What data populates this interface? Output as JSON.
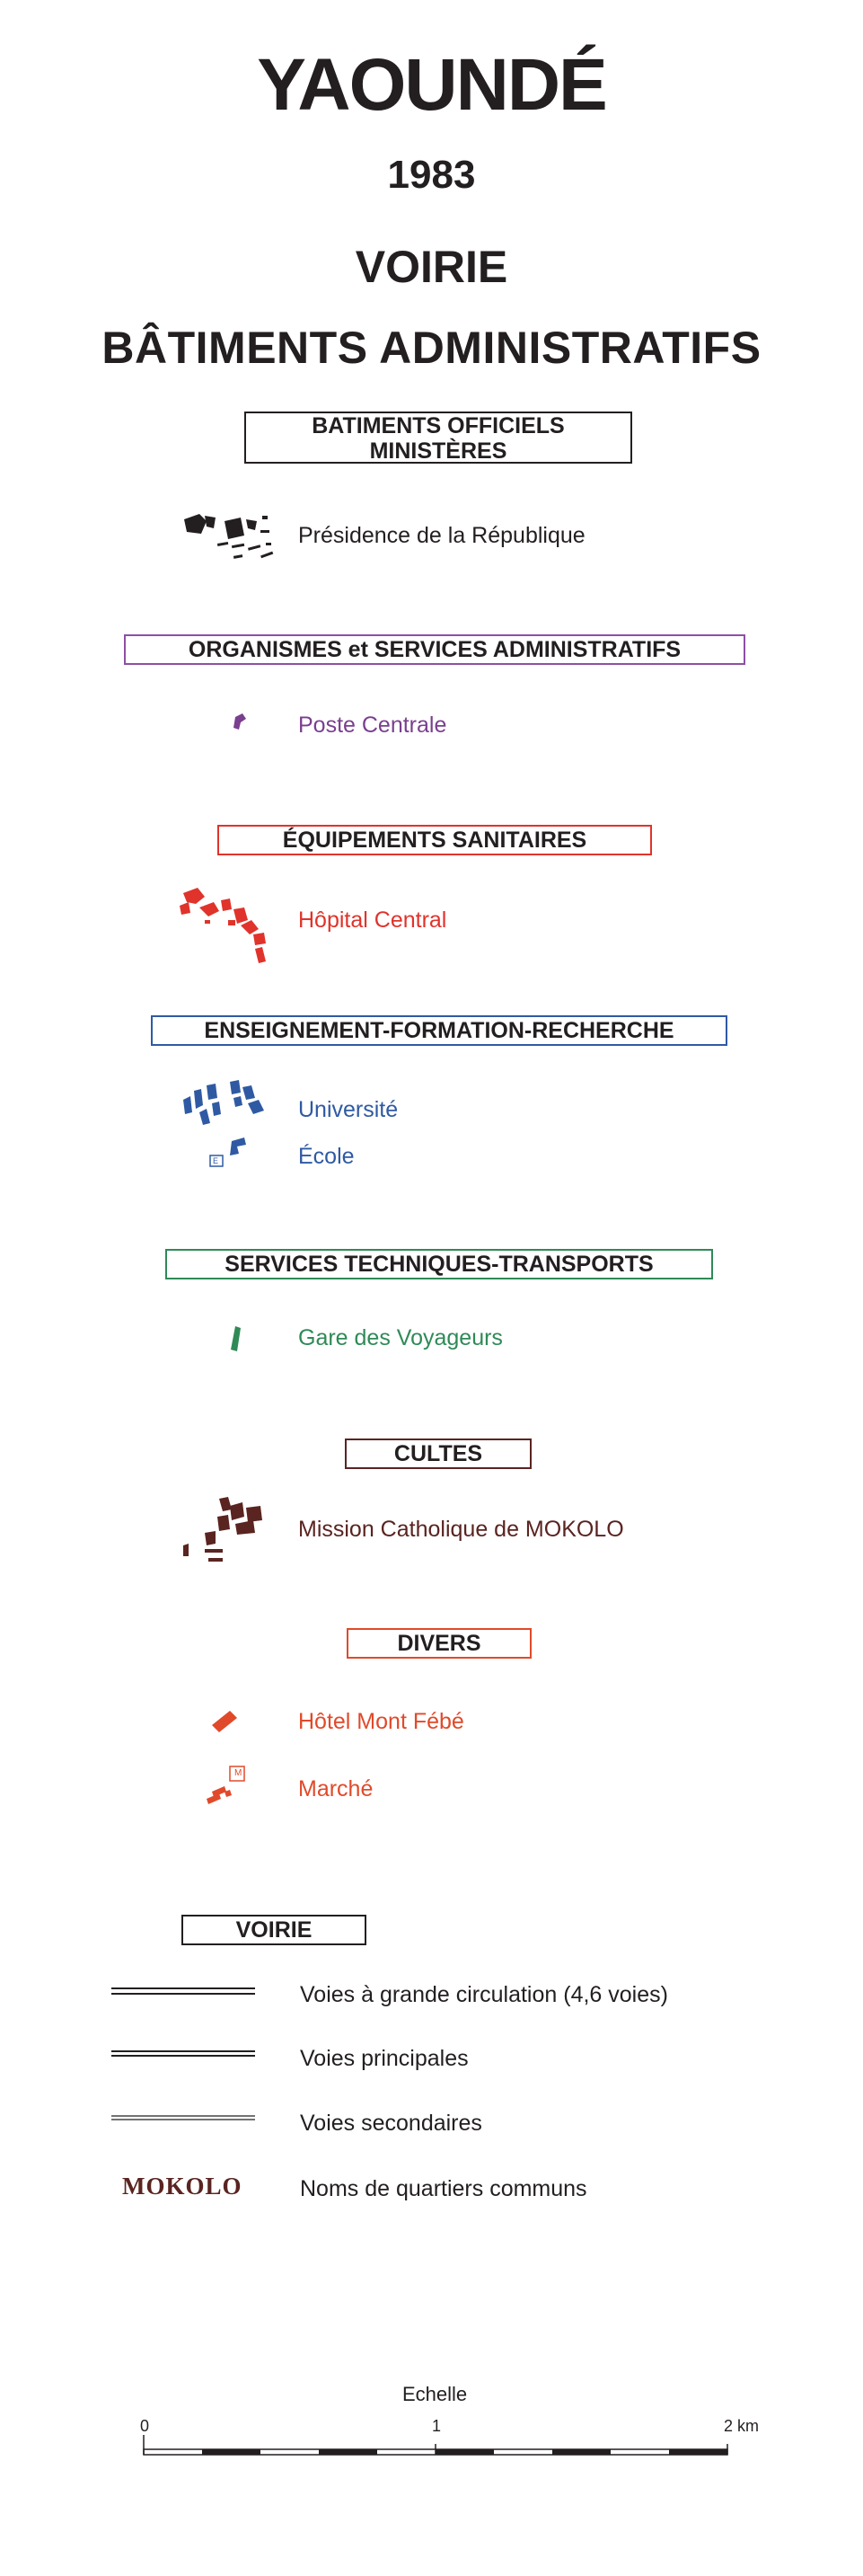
{
  "header": {
    "city": "YAOUNDÉ",
    "year": "1983",
    "subtitle1": "VOIRIE",
    "subtitle2": "BÂTIMENTS ADMINISTRATIFS"
  },
  "legend": {
    "officiels": {
      "title_line1": "BATIMENTS OFFICIELS",
      "title_line2": "MINISTÈRES",
      "items": [
        "Présidence de la République"
      ],
      "color": "#231f20"
    },
    "organismes": {
      "title": "ORGANISMES et SERVICES ADMINISTRATIFS",
      "items": [
        "Poste Centrale"
      ],
      "color": "#8e4fa3"
    },
    "sanitaires": {
      "title": "ÉQUIPEMENTS SANITAIRES",
      "items": [
        "Hôpital Central"
      ],
      "color": "#e0332b"
    },
    "enseignement": {
      "title": "ENSEIGNEMENT-FORMATION-RECHERCHE",
      "items": [
        "Université",
        "École"
      ],
      "symbol_letter": "E",
      "color": "#2f5aa3"
    },
    "techniques": {
      "title": "SERVICES TECHNIQUES-TRANSPORTS",
      "items": [
        "Gare des Voyageurs"
      ],
      "color": "#2f8a57"
    },
    "cultes": {
      "title": "CULTES",
      "items": [
        "Mission Catholique de MOKOLO"
      ],
      "color": "#5a2420"
    },
    "divers": {
      "title": "DIVERS",
      "items": [
        "Hôtel Mont Fébé",
        "Marché"
      ],
      "symbol_letter": "M",
      "color": "#e04a2a"
    },
    "voirie": {
      "title": "VOIRIE",
      "items": [
        "Voies à grande circulation (4,6 voies)",
        "Voies principales",
        "Voies secondaires",
        "Noms de quartiers communs"
      ],
      "quartier_sample": "MOKOLO"
    }
  },
  "scale": {
    "title": "Echelle",
    "tick_0": "0",
    "tick_1": "1",
    "tick_2": "2 km"
  }
}
